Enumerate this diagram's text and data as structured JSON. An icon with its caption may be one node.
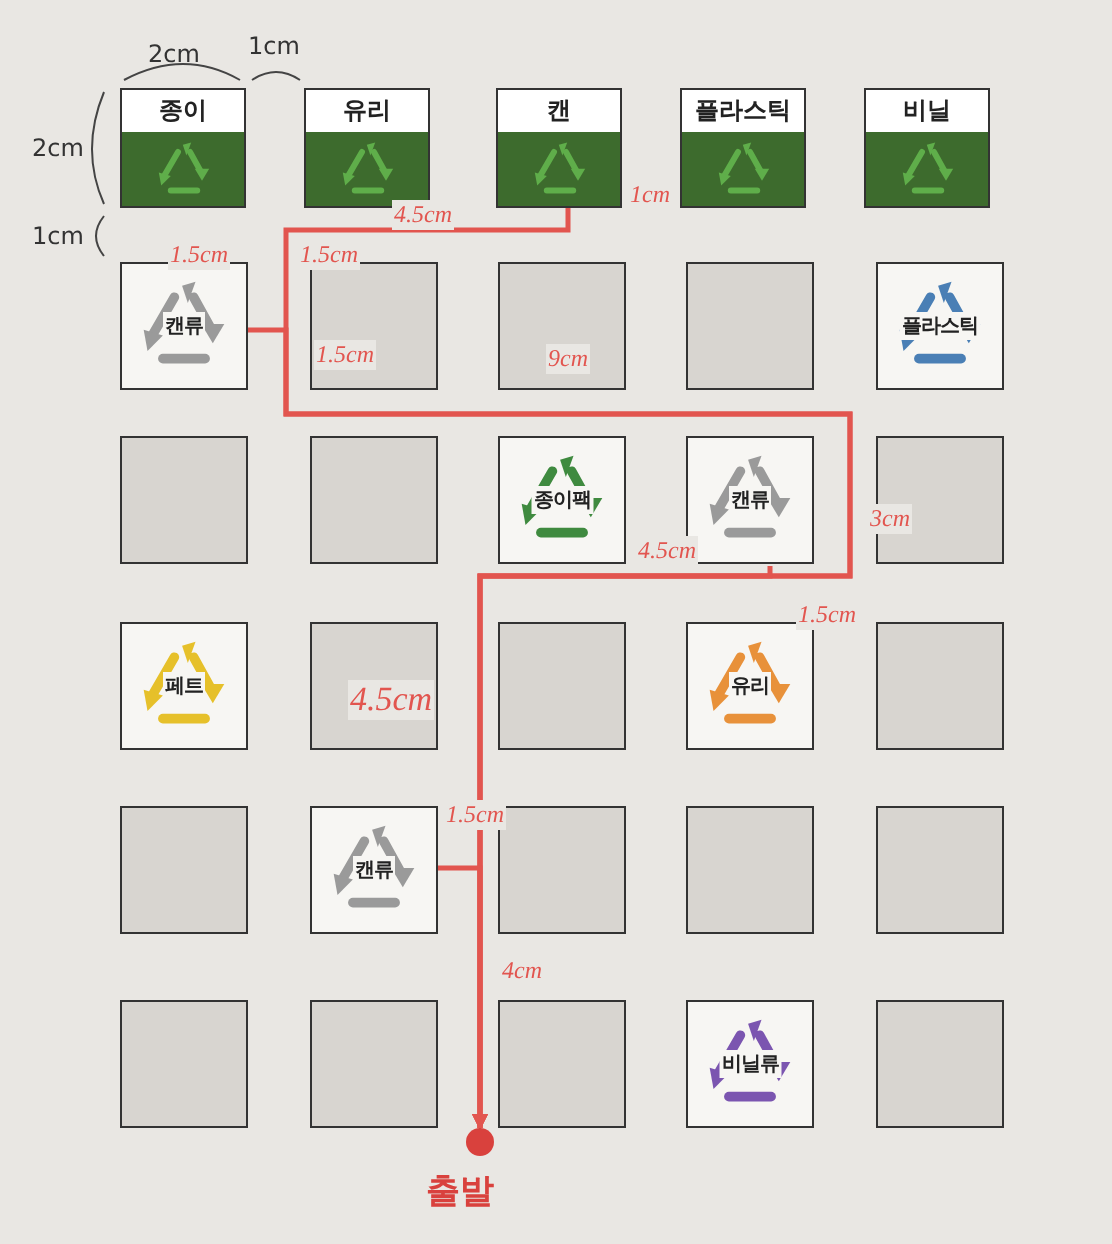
{
  "diagram": {
    "nodes": [
      {
        "text": [
          "종이"
        ]
      },
      {
        "text": [
          "유리"
        ]
      },
      {
        "text": [
          "캔"
        ]
      },
      {
        "text": [
          "플라스틱"
        ]
      },
      {
        "text": [
          "비닐"
        ]
      },
      {
        "text": [
          "캔류"
        ]
      },
      {
        "text": [],
        "shape": "box"
      },
      {
        "text": [],
        "shape": "box"
      },
      {
        "text": [],
        "shape": "box"
      },
      {
        "text": [
          "플라스틱"
        ]
      },
      {
        "text": [],
        "shape": "box"
      },
      {
        "text": [],
        "shape": "box"
      },
      {
        "text": [
          "종이팩"
        ]
      },
      {
        "text": [
          "캔류"
        ]
      },
      {
        "text": [],
        "shape": "box"
      },
      {
        "text": [
          "페트"
        ]
      },
      {
        "text": [],
        "shape": "box"
      },
      {
        "text": [],
        "shape": "box"
      },
      {
        "text": [
          "유리"
        ]
      },
      {
        "text": [],
        "shape": "box"
      },
      {
        "text": [],
        "shape": "box"
      },
      {
        "text": [
          "캔류"
        ]
      },
      {
        "text": [],
        "shape": "box"
      },
      {
        "text": [],
        "shape": "box"
      },
      {
        "text": [],
        "shape": "box"
      },
      {
        "text": [],
        "shape": "box"
      },
      {
        "text": [],
        "shape": "box"
      },
      {
        "text": [],
        "shape": "box"
      },
      {
        "text": [
          "비닐류"
        ]
      },
      {
        "text": [],
        "shape": "box"
      },
      {
        "text": [],
        "shape": "circle",
        "beside": [
          "출발"
        ]
      }
    ],
    "edges": [
      {
        "from": 2,
        "to": 30,
        "arrow": "to"
      },
      {
        "from": 5,
        "to": 30,
        "arrow": "to"
      },
      {
        "from": 13,
        "to": 30,
        "arrow": "to"
      },
      {
        "from": 21,
        "to": 30,
        "arrow": "to"
      }
    ],
    "labels": [
      "2cm",
      "1cm",
      "2cm",
      "1cm",
      "4.5cm",
      "1cm",
      "1.5cm",
      "1.5cm",
      "1.5cm",
      "9cm",
      "3cm",
      "4.5cm",
      "1.5cm",
      "4.5cm",
      "1.5cm",
      "4cm"
    ]
  }
}
